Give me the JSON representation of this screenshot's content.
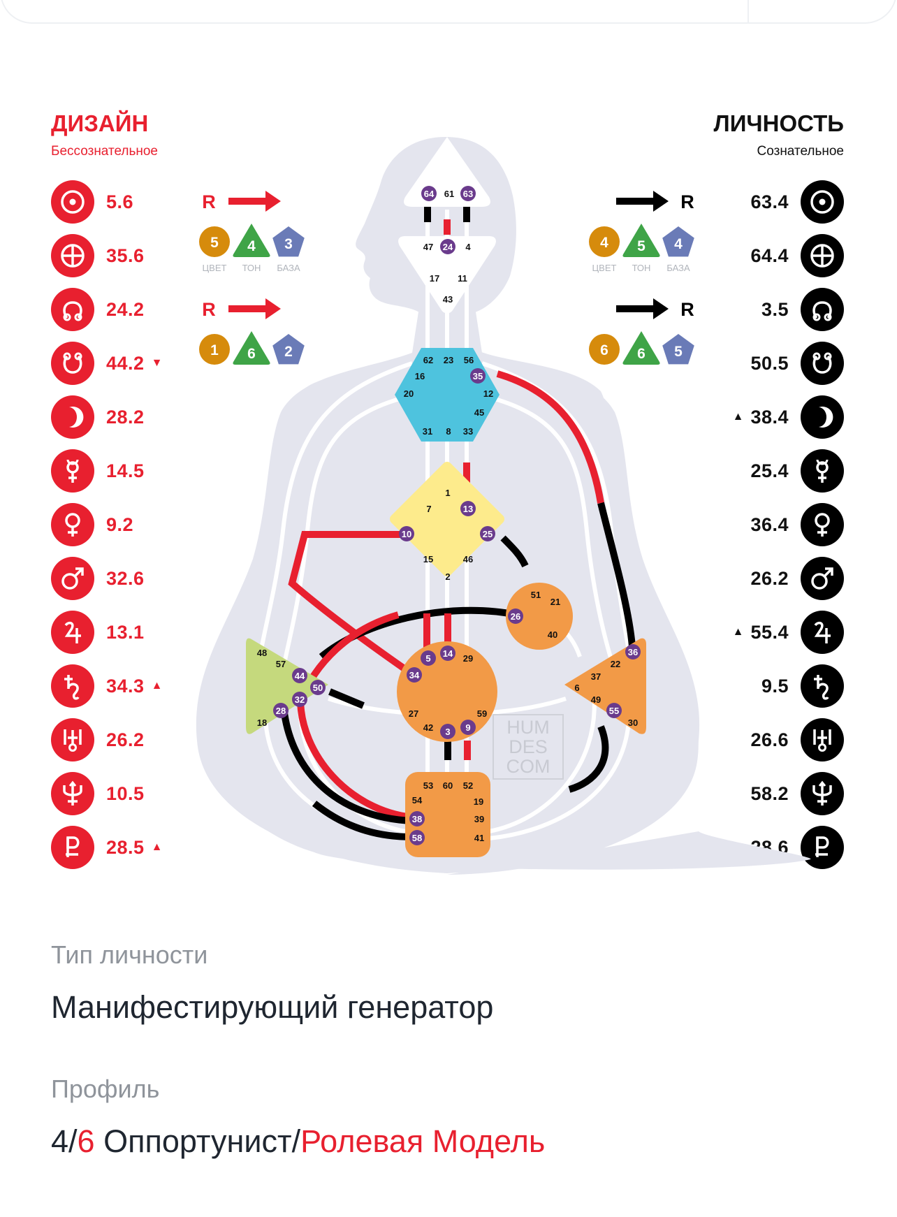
{
  "design": {
    "title": "ДИЗАЙН",
    "subtitle": "Бессознательное",
    "planets": [
      {
        "icon": "sun-icon",
        "value": "5.6",
        "mark": ""
      },
      {
        "icon": "earth-icon",
        "value": "35.6",
        "mark": ""
      },
      {
        "icon": "north-node-icon",
        "value": "24.2",
        "mark": ""
      },
      {
        "icon": "south-node-icon",
        "value": "44.2",
        "mark": "▼"
      },
      {
        "icon": "moon-icon",
        "value": "28.2",
        "mark": ""
      },
      {
        "icon": "mercury-icon",
        "value": "14.5",
        "mark": ""
      },
      {
        "icon": "venus-icon",
        "value": "9.2",
        "mark": ""
      },
      {
        "icon": "mars-icon",
        "value": "32.6",
        "mark": ""
      },
      {
        "icon": "jupiter-icon",
        "value": "13.1",
        "mark": ""
      },
      {
        "icon": "saturn-icon",
        "value": "34.3",
        "mark": "▲"
      },
      {
        "icon": "uranus-icon",
        "value": "26.2",
        "mark": ""
      },
      {
        "icon": "neptune-icon",
        "value": "10.5",
        "mark": ""
      },
      {
        "icon": "pluto-icon",
        "value": "28.5",
        "mark": "▲"
      }
    ],
    "variables": [
      {
        "arrow": "R",
        "color": "5",
        "tone": "4",
        "base": "3"
      },
      {
        "arrow": "R",
        "color": "1",
        "tone": "6",
        "base": "2"
      }
    ]
  },
  "personality": {
    "title": "ЛИЧНОСТЬ",
    "subtitle": "Сознательное",
    "planets": [
      {
        "icon": "sun-icon",
        "value": "63.4",
        "mark": ""
      },
      {
        "icon": "earth-icon",
        "value": "64.4",
        "mark": ""
      },
      {
        "icon": "north-node-icon",
        "value": "3.5",
        "mark": ""
      },
      {
        "icon": "south-node-icon",
        "value": "50.5",
        "mark": ""
      },
      {
        "icon": "moon-icon",
        "value": "38.4",
        "mark": "▲"
      },
      {
        "icon": "mercury-icon",
        "value": "25.4",
        "mark": ""
      },
      {
        "icon": "venus-icon",
        "value": "36.4",
        "mark": ""
      },
      {
        "icon": "mars-icon",
        "value": "26.2",
        "mark": ""
      },
      {
        "icon": "jupiter-icon",
        "value": "55.4",
        "mark": "▲"
      },
      {
        "icon": "saturn-icon",
        "value": "9.5",
        "mark": ""
      },
      {
        "icon": "uranus-icon",
        "value": "26.6",
        "mark": ""
      },
      {
        "icon": "neptune-icon",
        "value": "58.2",
        "mark": ""
      },
      {
        "icon": "pluto-icon",
        "value": "28.6",
        "mark": "▲"
      }
    ],
    "variables": [
      {
        "arrow": "R",
        "color": "4",
        "tone": "5",
        "base": "4"
      },
      {
        "arrow": "R",
        "color": "6",
        "tone": "6",
        "base": "5"
      }
    ]
  },
  "variable_labels": {
    "color": "ЦВЕТ",
    "tone": "ТОН",
    "base": "БАЗА"
  },
  "watermark": [
    "HUM",
    "DES",
    "COM"
  ],
  "centers": {
    "head": {
      "gates": [
        "64",
        "61",
        "63"
      ],
      "active": [
        "64",
        "63"
      ]
    },
    "ajna": {
      "gates": [
        "47",
        "24",
        "4",
        "17",
        "11",
        "43"
      ],
      "active": [
        "24"
      ]
    },
    "throat": {
      "gates": [
        "62",
        "23",
        "56",
        "16",
        "35",
        "20",
        "12",
        "45",
        "31",
        "8",
        "33"
      ],
      "active": [
        "35"
      ]
    },
    "g": {
      "gates": [
        "1",
        "7",
        "13",
        "10",
        "25",
        "15",
        "46",
        "2"
      ],
      "active": [
        "13",
        "10",
        "25"
      ]
    },
    "ego": {
      "gates": [
        "51",
        "21",
        "26",
        "40"
      ],
      "active": [
        "26"
      ]
    },
    "spleen": {
      "gates": [
        "48",
        "57",
        "44",
        "50",
        "32",
        "28",
        "18"
      ],
      "active": [
        "44",
        "50",
        "32",
        "28"
      ]
    },
    "sacral": {
      "gates": [
        "5",
        "14",
        "29",
        "34",
        "27",
        "59",
        "42",
        "3",
        "9"
      ],
      "active": [
        "5",
        "14",
        "34",
        "3",
        "9"
      ]
    },
    "solar": {
      "gates": [
        "36",
        "22",
        "37",
        "6",
        "49",
        "55",
        "30"
      ],
      "active": [
        "36",
        "55"
      ]
    },
    "root": {
      "gates": [
        "53",
        "60",
        "52",
        "54",
        "19",
        "38",
        "39",
        "58",
        "41"
      ],
      "active": [
        "38",
        "58"
      ]
    }
  },
  "colors": {
    "design": "#e8202f",
    "personality": "#000000",
    "throat_center": "#4ec3de",
    "g_center": "#fdeb8c",
    "motor_center": "#f29a47",
    "spleen_center": "#c5d97d",
    "active_gate": "#6a3b8c",
    "body": "#e4e5ee"
  },
  "type": {
    "label": "Тип личности",
    "value": "Манифестирующий генератор"
  },
  "profile": {
    "label": "Профиль",
    "line1": "4",
    "sep": "/",
    "line2": "6",
    "name1": " Оппортунист",
    "sep2": "/",
    "name2": "Ролевая Модель"
  }
}
